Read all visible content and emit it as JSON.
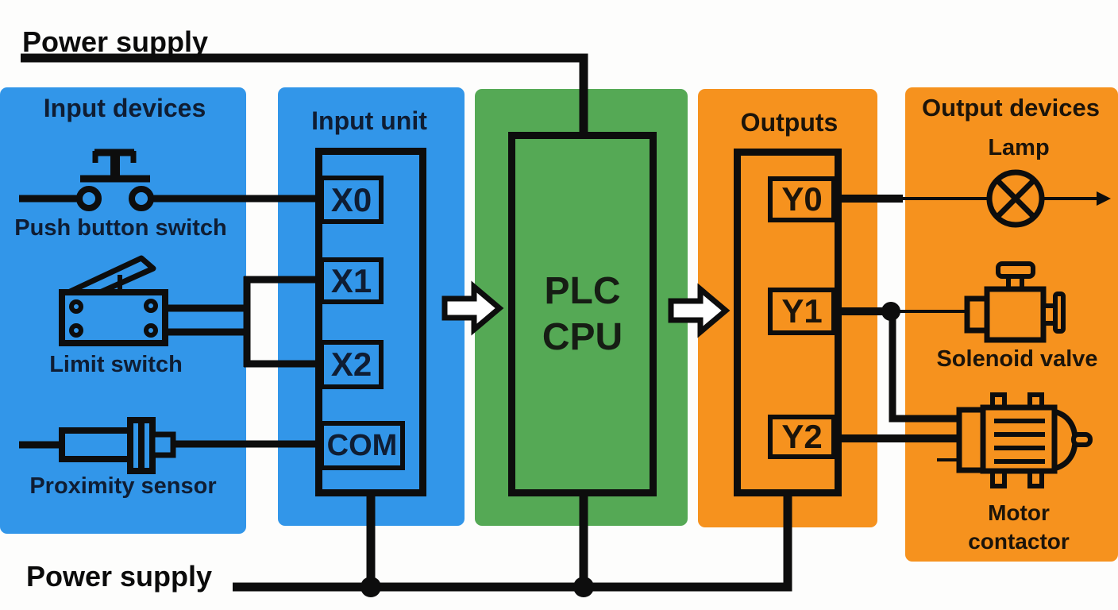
{
  "colors": {
    "panel_blue": "#3296E9",
    "panel_green": "#55A955",
    "panel_orange": "#F6921E",
    "wire_black": "#0D0D0D",
    "blue_panel_text": "#0F1D33",
    "orange_panel_text": "#1C140A",
    "arrow_fill": "#FFFFFF"
  },
  "power_supply": {
    "top_label": "Power supply",
    "bottom_label": "Power supply"
  },
  "panels": {
    "input_devices": {
      "title": "Input devices",
      "devices": [
        {
          "icon": "push-button-switch-icon",
          "label": "Push button switch"
        },
        {
          "icon": "limit-switch-icon",
          "label": "Limit switch"
        },
        {
          "icon": "proximity-sensor-icon",
          "label": "Proximity sensor"
        }
      ]
    },
    "input_unit": {
      "title": "Input unit",
      "terminals": [
        "X0",
        "X1",
        "X2",
        "COM"
      ]
    },
    "plc_cpu": {
      "label_line1": "PLC",
      "label_line2": "CPU"
    },
    "outputs": {
      "title": "Outputs",
      "terminals": [
        "Y0",
        "Y1",
        "Y2"
      ]
    },
    "output_devices": {
      "title": "Output devices",
      "devices": [
        {
          "icon": "lamp-icon",
          "label": "Lamp"
        },
        {
          "icon": "solenoid-valve-icon",
          "label": "Solenoid valve"
        },
        {
          "icon": "motor-contactor-icon",
          "label": "Motor contactor"
        }
      ]
    }
  }
}
